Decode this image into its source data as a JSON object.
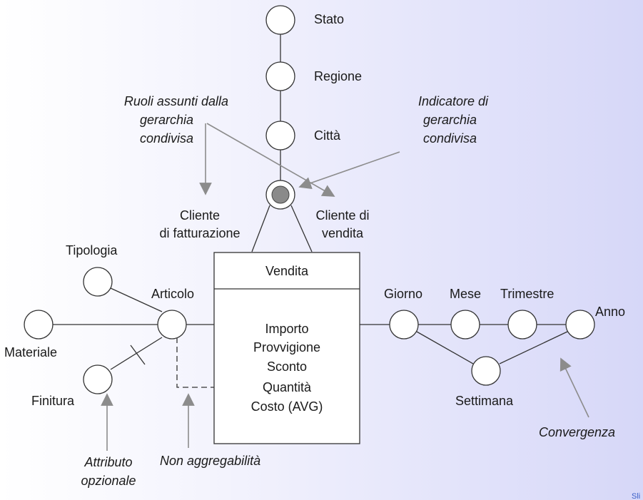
{
  "hierarchy": {
    "geo_levels": [
      "Stato",
      "Regione",
      "Città"
    ],
    "role_left": [
      "Cliente",
      "di fatturazione"
    ],
    "role_right": [
      "Cliente di",
      "vendita"
    ]
  },
  "fact": {
    "name": "Vendita",
    "measures": [
      "Importo",
      "Provvigione",
      "Sconto",
      "Quantità",
      "Costo (AVG)"
    ]
  },
  "product": {
    "article": "Articolo",
    "type": "Tipologia",
    "material": "Materiale",
    "finish": "Finitura"
  },
  "time": {
    "day": "Giorno",
    "month": "Mese",
    "quarter": "Trimestre",
    "year": "Anno",
    "week": "Settimana"
  },
  "annotations": {
    "shared_roles": [
      "Ruoli assunti dalla",
      "gerarchia",
      "condivisa"
    ],
    "shared_indicator": [
      "Indicatore di",
      "gerarchia",
      "condivisa"
    ],
    "optional_attribute": [
      "Attributo",
      "opzionale"
    ],
    "non_additivity": "Non aggregabilità",
    "convergence": "Convergenza"
  },
  "footer": "Sli"
}
